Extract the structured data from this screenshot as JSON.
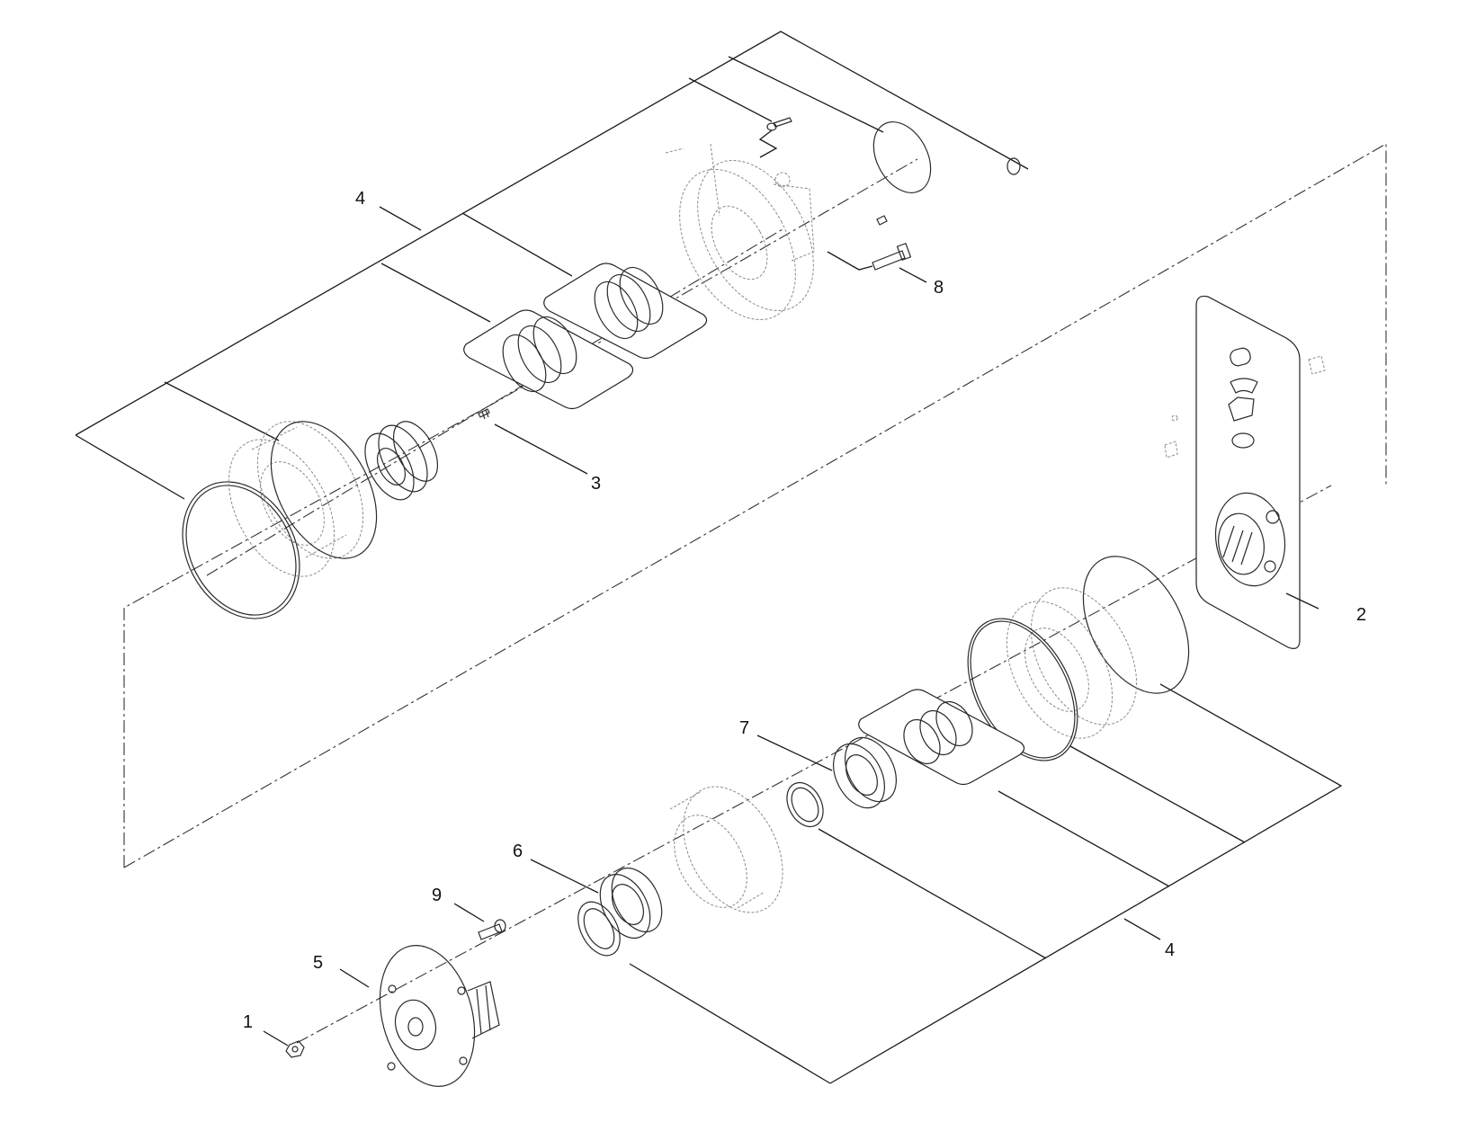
{
  "callouts": [
    {
      "id": "c1",
      "text": "1"
    },
    {
      "id": "c2",
      "text": "2"
    },
    {
      "id": "c3",
      "text": "3"
    },
    {
      "id": "c4a",
      "text": "4"
    },
    {
      "id": "c4b",
      "text": "4"
    },
    {
      "id": "c5",
      "text": "5"
    },
    {
      "id": "c6",
      "text": "6"
    },
    {
      "id": "c7",
      "text": "7"
    },
    {
      "id": "c8",
      "text": "8"
    },
    {
      "id": "c9",
      "text": "9"
    }
  ]
}
